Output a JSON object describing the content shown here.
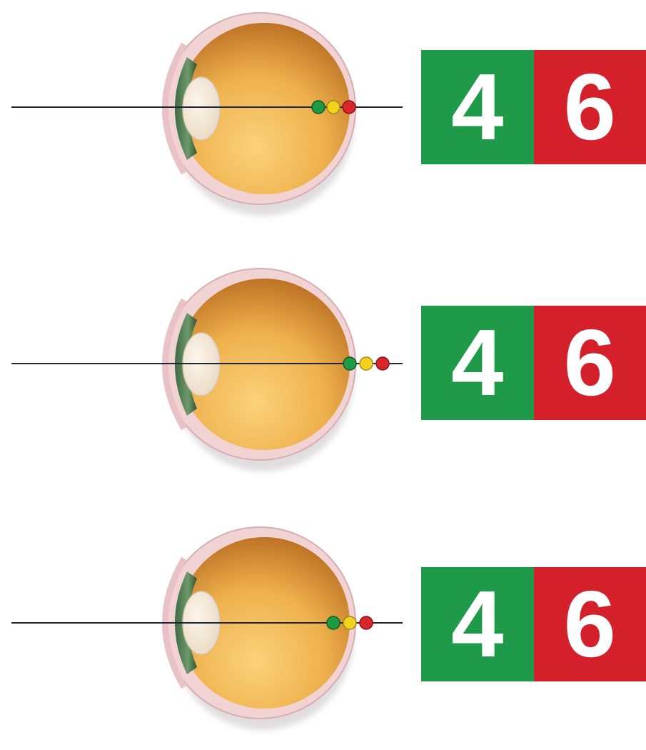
{
  "diagram": {
    "panels": [
      {
        "id": "focus-in-front-of-retina",
        "dots_behind_retina": false,
        "chart": {
          "green_digit": "4",
          "red_digit": "6"
        }
      },
      {
        "id": "focus-behind-retina",
        "dots_behind_retina": true,
        "chart": {
          "green_digit": "4",
          "red_digit": "6"
        }
      },
      {
        "id": "focus-on-retina",
        "dots_behind_retina": false,
        "chart": {
          "green_digit": "4",
          "red_digit": "6"
        }
      }
    ],
    "colors": {
      "chart_green": "#1e9a48",
      "chart_red": "#d3202a",
      "dot_green": "#1f9a44",
      "dot_yellow": "#f2d21c",
      "dot_red": "#d8262a",
      "eye_interior": "#e3a03c",
      "eye_wall": "#f1d3d3",
      "iris": "#4e7a4e",
      "lens": "#f6ebdc",
      "axis_line": "#1c2636"
    }
  }
}
